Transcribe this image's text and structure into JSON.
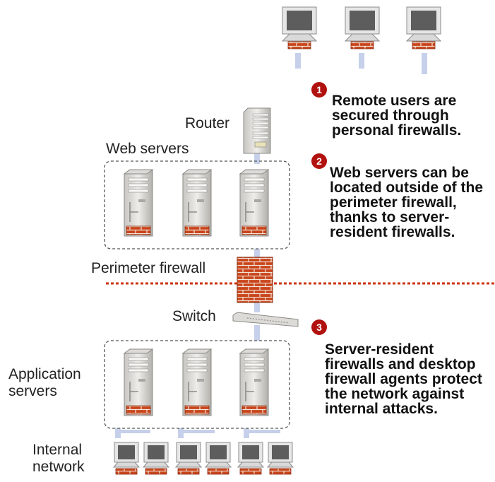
{
  "labels": {
    "router": "Router",
    "web_servers": "Web servers",
    "perimeter_firewall": "Perimeter firewall",
    "switch": "Switch",
    "application_servers": "Application servers",
    "internal_network": "Internal network"
  },
  "notes": [
    {
      "number": "1",
      "text": "Remote users are secured through personal firewalls."
    },
    {
      "number": "2",
      "text": "Web servers can be located outside of the perimeter firewall, thanks to server-resident firewalls."
    },
    {
      "number": "3",
      "text": "Server-resident firewalls and desktop firewall agents protect the network against internal attacks."
    }
  ],
  "colors": {
    "badge": "#b1120f",
    "firewall_brick": "#c9441a",
    "perimeter_line": "#cc3311",
    "connector": "#c6d0ea",
    "group_border": "#555555"
  },
  "icons": {
    "remote_user": "desktop-computer-icon",
    "router": "router-icon",
    "server": "server-tower-icon",
    "firewall": "brick-wall-icon",
    "switch": "network-switch-icon"
  }
}
